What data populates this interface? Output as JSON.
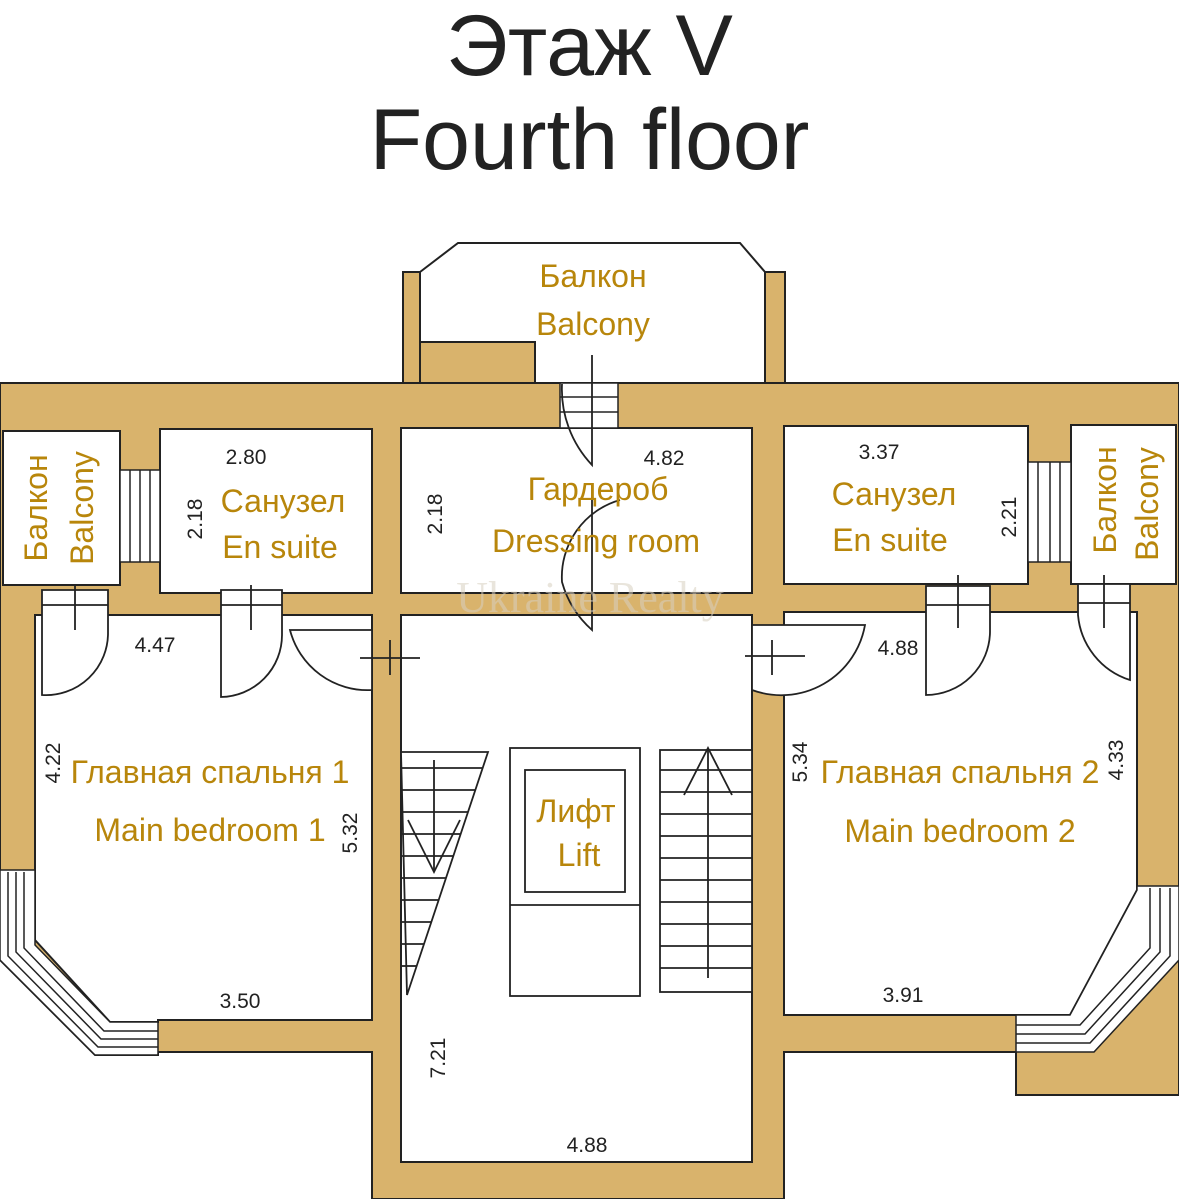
{
  "title": {
    "line1": "Этаж V",
    "line2": "Fourth floor"
  },
  "rooms": {
    "balcony_top": {
      "ru": "Балкон",
      "en": "Balcony"
    },
    "balcony_left": {
      "ru": "Балкон",
      "en": "Balcony"
    },
    "balcony_right": {
      "ru": "Балкон",
      "en": "Balcony"
    },
    "ensuite_left": {
      "ru": "Санузел",
      "en": "En suite"
    },
    "ensuite_right": {
      "ru": "Санузел",
      "en": "En suite"
    },
    "dressing": {
      "ru": "Гардероб",
      "en": "Dressing room"
    },
    "bedroom1": {
      "ru": "Главная спальня 1",
      "en": "Main bedroom 1"
    },
    "bedroom2": {
      "ru": "Главная спальня 2",
      "en": "Main bedroom 2"
    },
    "lift": {
      "ru": "Лифт",
      "en": "Lift"
    }
  },
  "dimensions": {
    "ensuite_left_w": "2.80",
    "ensuite_left_h": "2.18",
    "dressing_w": "4.82",
    "dressing_h": "2.18",
    "ensuite_right_w": "3.37",
    "ensuite_right_h": "2.21",
    "bedroom1_top": "4.47",
    "bedroom1_left": "4.22",
    "bedroom1_right": "5.32",
    "bedroom1_bottom": "3.50",
    "bedroom2_top": "4.88",
    "bedroom2_left": "5.34",
    "bedroom2_right": "4.33",
    "bedroom2_bottom": "3.91",
    "hall_side": "7.21",
    "hall_bottom": "4.88"
  },
  "watermark": "Ukraine Realty",
  "colors": {
    "wall": "#d9b36c",
    "label": "#b8860b",
    "line": "#222222"
  }
}
